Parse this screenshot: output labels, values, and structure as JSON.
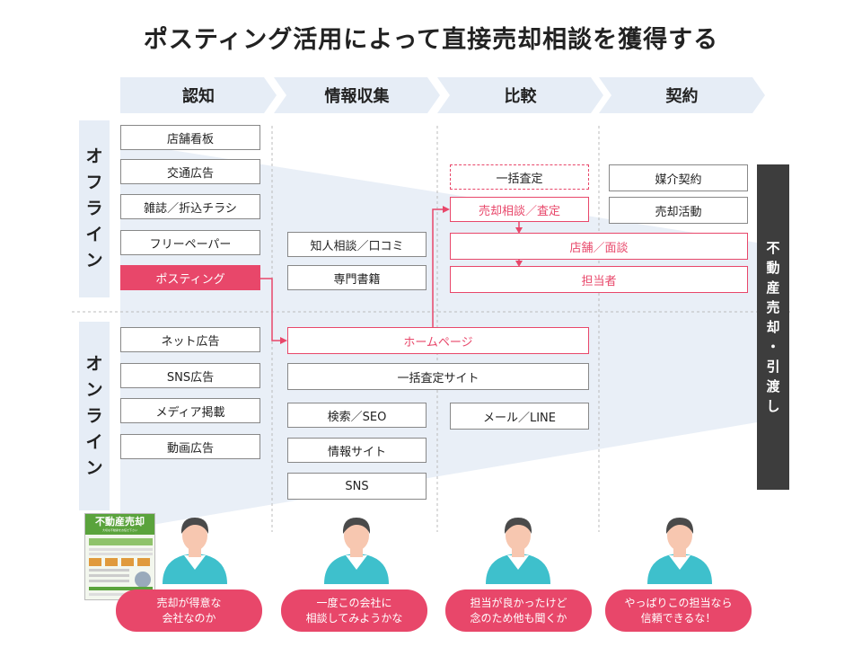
{
  "title": "ポスティング活用によって直接売却相談を獲得する",
  "stages": [
    "認知",
    "情報収集",
    "比較",
    "契約"
  ],
  "side_labels": {
    "offline": "オフライン",
    "online": "オンライン"
  },
  "awareness": {
    "offline": [
      "店舗看板",
      "交通広告",
      "雑誌／折込チラシ",
      "フリーペーパー",
      "ポスティング"
    ],
    "online": [
      "ネット広告",
      "SNS広告",
      "メディア掲載",
      "動画広告"
    ]
  },
  "info_gathering": {
    "offline": [
      "知人相談／口コミ",
      "専門書籍"
    ],
    "online": [
      "ホームページ",
      "一括査定サイト",
      "検索／SEO",
      "情報サイト",
      "SNS"
    ]
  },
  "comparison": {
    "offline": [
      "一括査定",
      "売却相談／査定",
      "店舗／面談",
      "担当者"
    ],
    "online": [
      "メール／LINE"
    ]
  },
  "contract": [
    "媒介契約",
    "売却活動"
  ],
  "final_bar": "不動産売却・引渡し",
  "bubbles": [
    [
      "売却が得意な",
      "会社なのか"
    ],
    [
      "一度この会社に",
      "相談してみようかな"
    ],
    [
      "担当が良かったけど",
      "念のため他も聞くか"
    ],
    [
      "やっぱりこの担当なら",
      "信頼できるな！"
    ]
  ],
  "leaflet": {
    "heading": "不動産売却",
    "subheading": "大切な不動産をお任せ下さい"
  },
  "colors": {
    "accent": "#e8476a",
    "stage_bg": "#e6edf6",
    "funnel": "#e9eff7",
    "dark_bar": "#3d3d3d",
    "person_shirt": "#3ec0cc",
    "person_skin": "#f7c7b0",
    "person_hair": "#4a4a4a"
  }
}
